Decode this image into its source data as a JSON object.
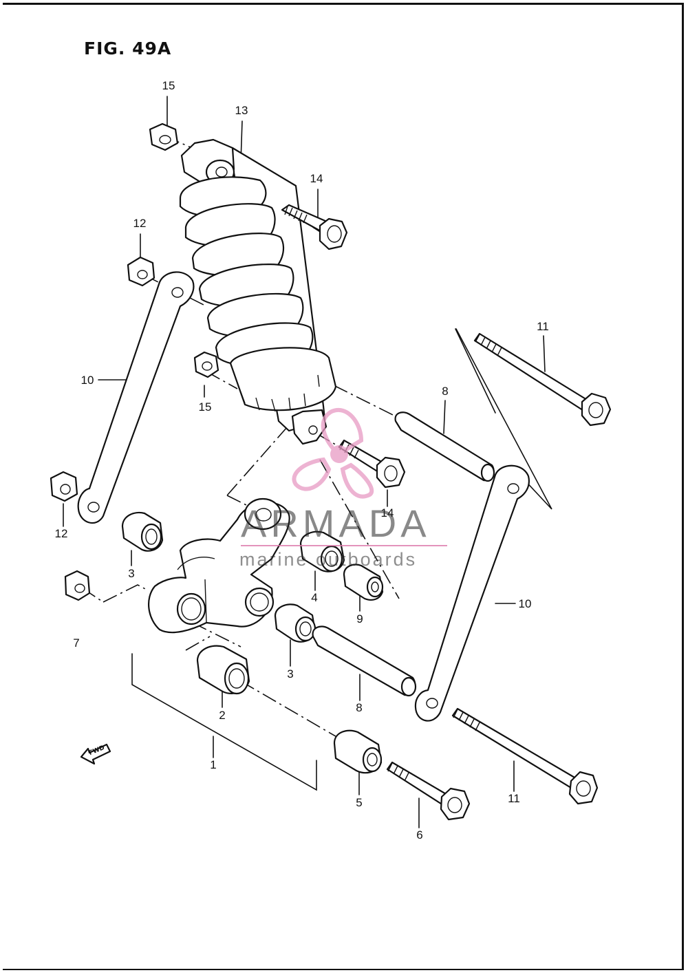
{
  "figure": {
    "title": "FIG. 49A"
  },
  "callouts": [
    {
      "id": "c15a",
      "label": "15",
      "part": "nut"
    },
    {
      "id": "c13",
      "label": "13",
      "part": "rear-shock-absorber"
    },
    {
      "id": "c14a",
      "label": "14",
      "part": "bolt"
    },
    {
      "id": "c12a",
      "label": "12",
      "part": "nut"
    },
    {
      "id": "c11a",
      "label": "11",
      "part": "bolt"
    },
    {
      "id": "c10a",
      "label": "10",
      "part": "cushion-rod"
    },
    {
      "id": "c15b",
      "label": "15",
      "part": "nut"
    },
    {
      "id": "c8a",
      "label": "8",
      "part": "spacer"
    },
    {
      "id": "c14b",
      "label": "14",
      "part": "bolt"
    },
    {
      "id": "c12b",
      "label": "12",
      "part": "nut"
    },
    {
      "id": "c3a",
      "label": "3",
      "part": "bearing"
    },
    {
      "id": "c4",
      "label": "4",
      "part": "bearing"
    },
    {
      "id": "c9",
      "label": "9",
      "part": "spacer"
    },
    {
      "id": "c7",
      "label": "7",
      "part": "nut"
    },
    {
      "id": "c10b",
      "label": "10",
      "part": "cushion-rod"
    },
    {
      "id": "c3b",
      "label": "3",
      "part": "bearing"
    },
    {
      "id": "c8b",
      "label": "8",
      "part": "spacer"
    },
    {
      "id": "c2",
      "label": "2",
      "part": "bearing"
    },
    {
      "id": "c1",
      "label": "1",
      "part": "cushion-lever-assembly"
    },
    {
      "id": "c5",
      "label": "5",
      "part": "spacer"
    },
    {
      "id": "c11b",
      "label": "11",
      "part": "bolt"
    },
    {
      "id": "c6",
      "label": "6",
      "part": "bolt"
    }
  ],
  "direction_marker": {
    "label": "FWD"
  },
  "watermark": {
    "brand": "ARMADA",
    "tagline": "marine outboards",
    "accent": "#e79ac3"
  }
}
